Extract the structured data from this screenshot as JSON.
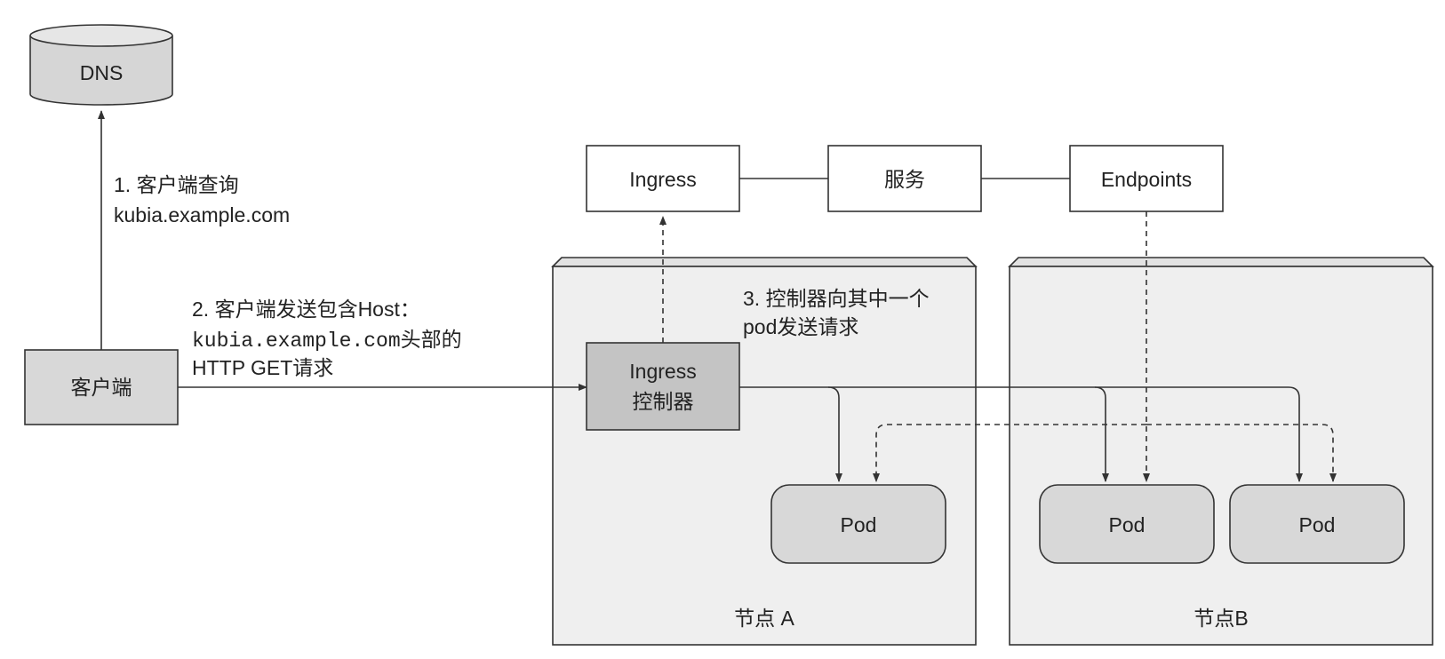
{
  "dns": {
    "label": "DNS"
  },
  "client": {
    "label": "客户端"
  },
  "step1": {
    "line1": "1.  客户端查询",
    "line2": "kubia.example.com"
  },
  "step2": {
    "line1": "2.  客户端发送包含Host：",
    "line2_mono": "kubia.example.com",
    "line2_tail": "头部的",
    "line3": "HTTP GET请求"
  },
  "step3": {
    "line1": "3. 控制器向其中一个",
    "line2": "pod发送请求"
  },
  "ingress": {
    "label": "Ingress"
  },
  "service": {
    "label": "服务"
  },
  "endpoints": {
    "label": "Endpoints"
  },
  "controller": {
    "line1": "Ingress",
    "line2": "控制器"
  },
  "node_a": {
    "label": "节点 A",
    "pod": "Pod"
  },
  "node_b": {
    "label": "节点B",
    "pods": [
      "Pod",
      "Pod"
    ]
  },
  "colors": {
    "node_fill": "#efefef",
    "pod_fill": "#d8d8d8",
    "controller_fill": "#c4c4c4",
    "box_fill": "#ffffff",
    "line": "#333333"
  }
}
